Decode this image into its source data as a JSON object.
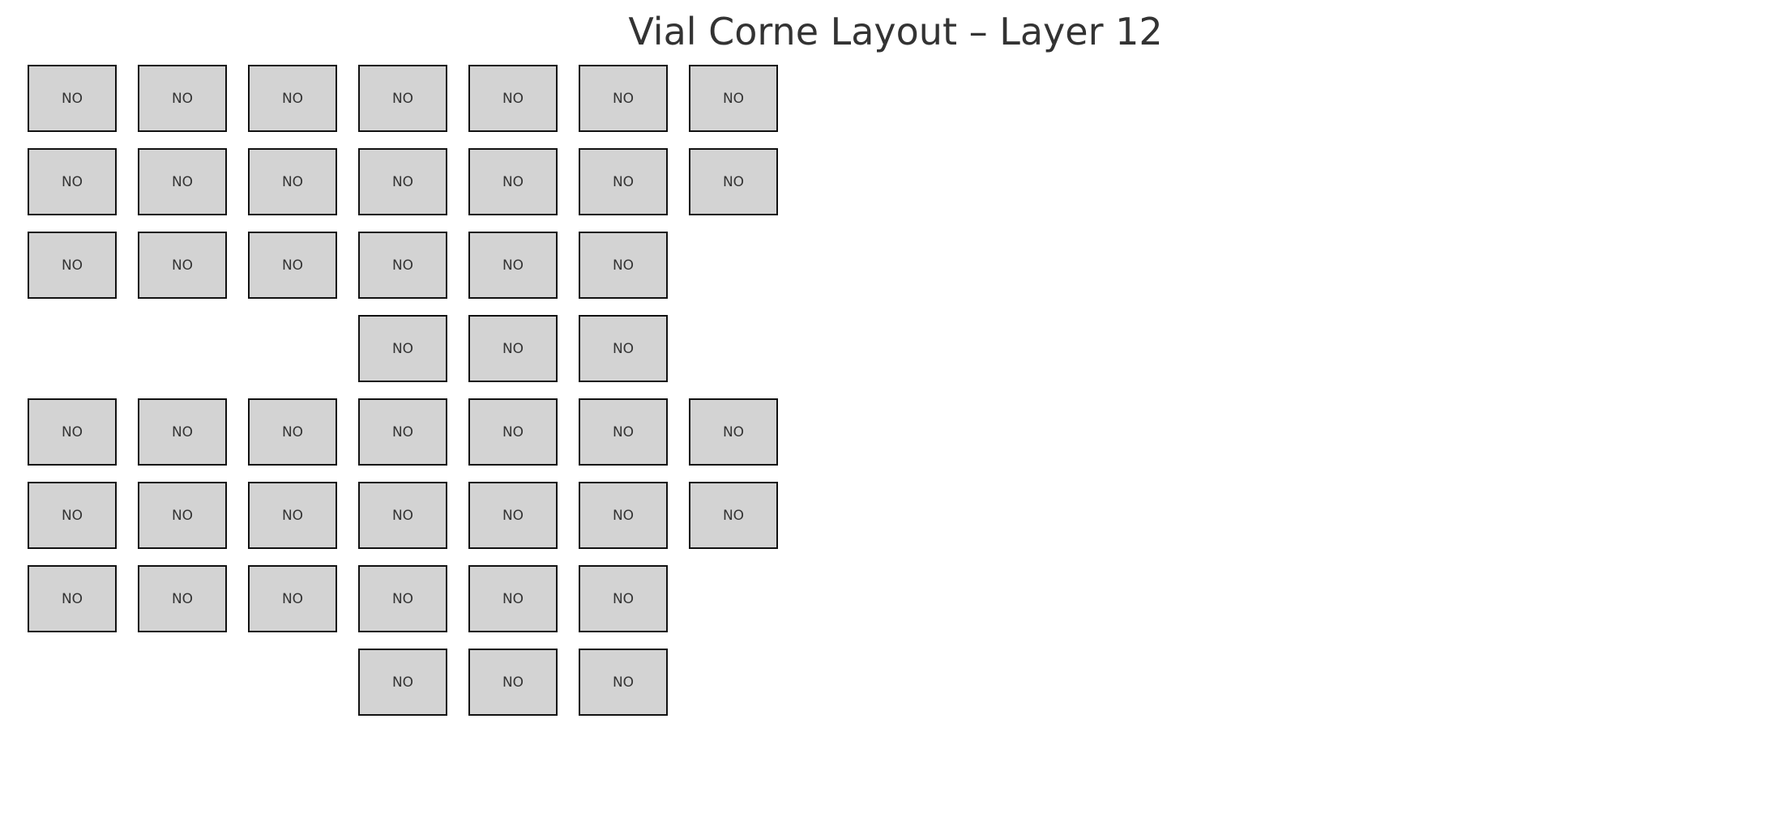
{
  "title": "Vial Corne Layout – Layer 12",
  "colors": {
    "key_fill": "#d3d3d3",
    "key_border": "#111111",
    "text": "#333333",
    "background": "#ffffff"
  },
  "key_label": "NO",
  "grid": {
    "rows": [
      [
        1,
        1,
        1,
        1,
        1,
        1,
        1
      ],
      [
        1,
        1,
        1,
        1,
        1,
        1,
        1
      ],
      [
        1,
        1,
        1,
        1,
        1,
        1,
        0
      ],
      [
        0,
        0,
        0,
        1,
        1,
        1,
        0
      ],
      [
        1,
        1,
        1,
        1,
        1,
        1,
        1
      ],
      [
        1,
        1,
        1,
        1,
        1,
        1,
        1
      ],
      [
        1,
        1,
        1,
        1,
        1,
        1,
        0
      ],
      [
        0,
        0,
        0,
        1,
        1,
        1,
        0
      ]
    ]
  }
}
